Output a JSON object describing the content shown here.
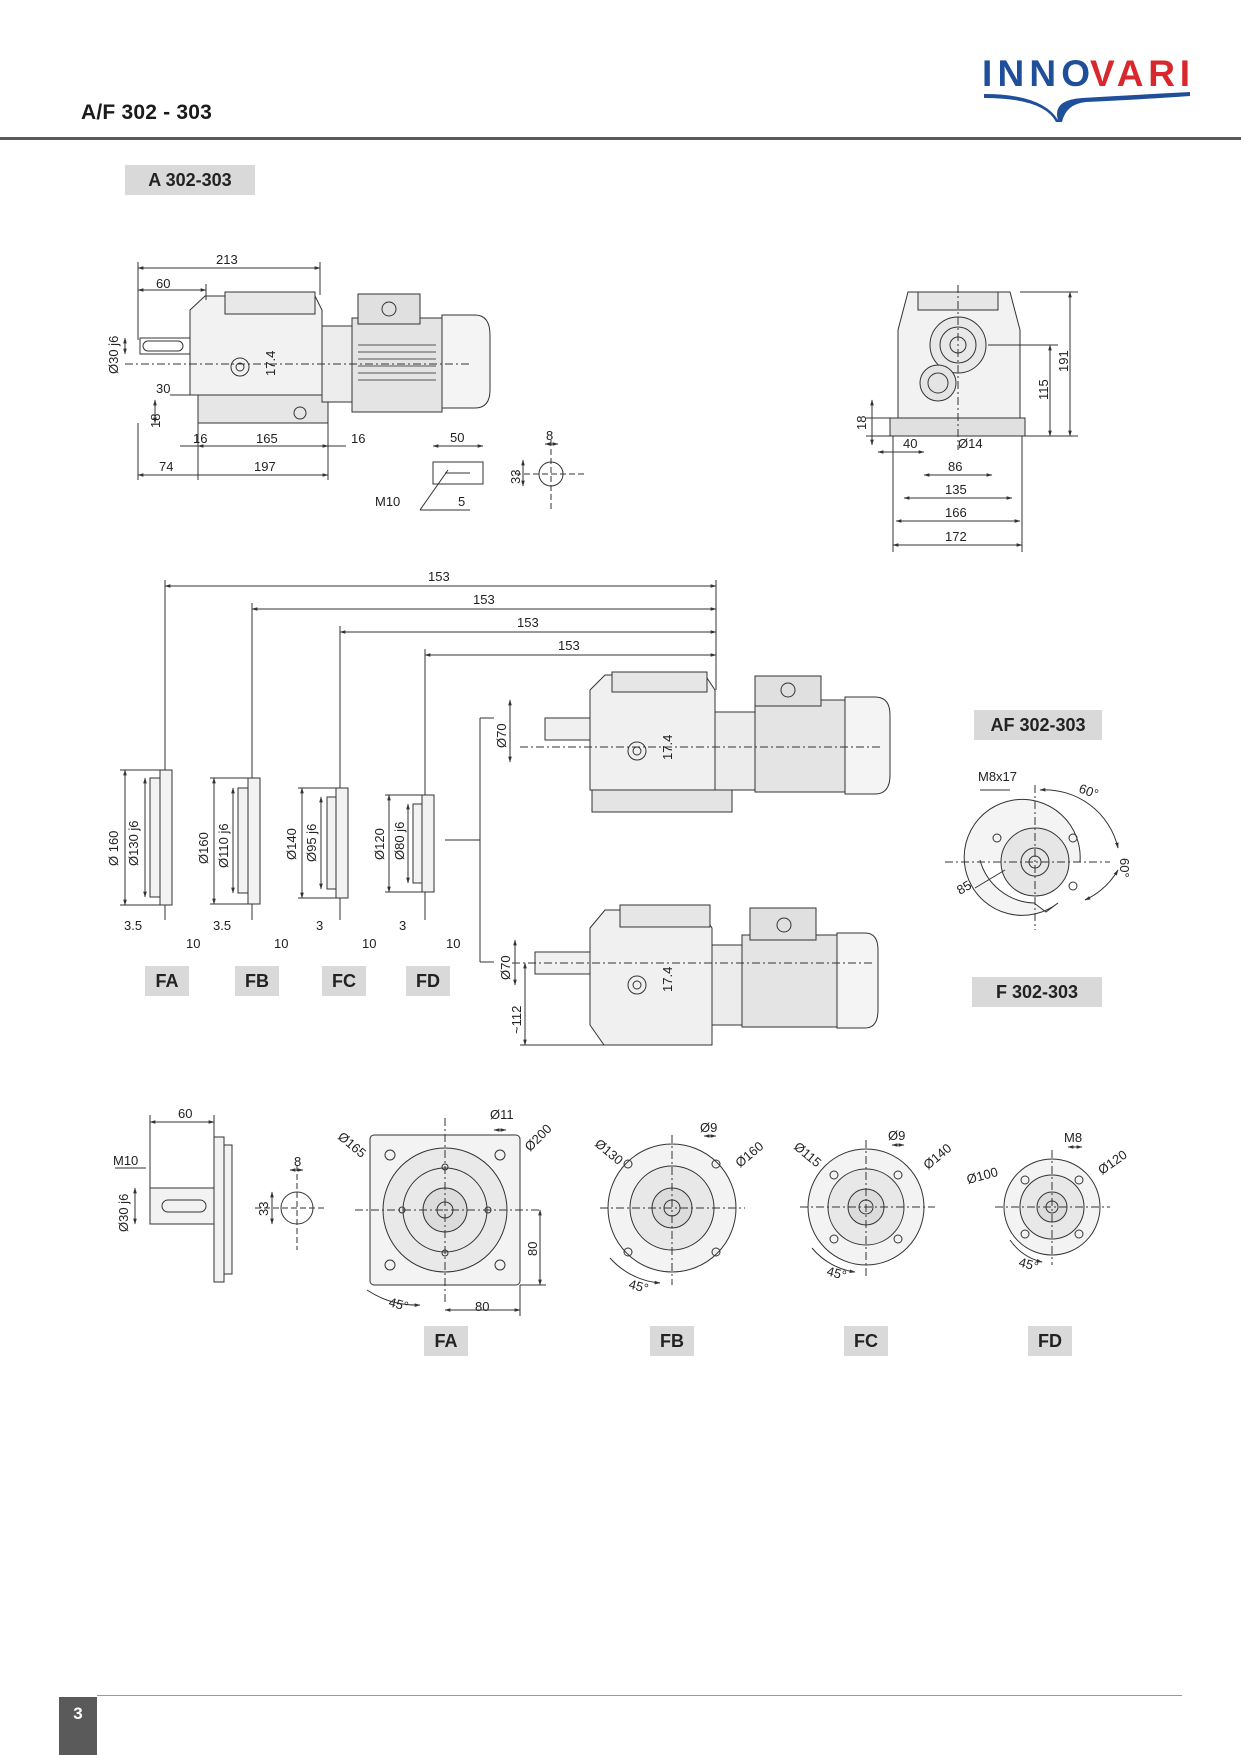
{
  "header": {
    "title": "A/F 302 - 303",
    "logo": "INNOVARI"
  },
  "labels": {
    "a": "A 302-303",
    "af": "AF 302-303",
    "f": "F 302-303",
    "fa": "FA",
    "fb": "FB",
    "fc": "FC",
    "fd": "FD"
  },
  "dims": {
    "a_213": "213",
    "a_60": "60",
    "a_shaft": "Ø30 j6",
    "a_30": "30",
    "a_18": "18",
    "a_17_4": "17.4",
    "a_16a": "16",
    "a_165": "165",
    "a_16b": "16",
    "a_74": "74",
    "a_197": "197",
    "k_50": "50",
    "k_m10": "M10",
    "k_5": "5",
    "k_8": "8",
    "k_33": "33",
    "s_191": "191",
    "s_115": "115",
    "s_18": "18",
    "s_40": "40",
    "s_14": "Ø14",
    "s_86": "86",
    "s_135": "135",
    "s_166": "166",
    "s_172": "172",
    "l_153a": "153",
    "l_153b": "153",
    "l_153c": "153",
    "l_153d": "153",
    "m_70a": "Ø70",
    "m_17a": "17.4",
    "m_70b": "Ø70",
    "m_17b": "17.4",
    "m_112": "~112",
    "fa_d1": "Ø 160",
    "fa_d2": "Ø130 j6",
    "fa_t": "3.5",
    "fa_w": "10",
    "fb_d1": "Ø160",
    "fb_d2": "Ø110 j6",
    "fb_t": "3.5",
    "fb_w": "10",
    "fc_d1": "Ø140",
    "fc_d2": "Ø95 j6",
    "fc_t": "3",
    "fc_w": "10",
    "fd_d1": "Ø120",
    "fd_d2": "Ø80 j6",
    "fd_t": "3",
    "fd_w": "10",
    "af_m8": "M8x17",
    "af_60a": "60°",
    "af_60b": "60°",
    "af_85": "85",
    "b_60": "60",
    "b_m10": "M10",
    "b_shaft": "Ø30 j6",
    "b_8": "8",
    "b_33": "33",
    "fa_165": "Ø165",
    "fa_11": "Ø11",
    "fa_200": "Ø200",
    "fa_80v": "80",
    "fa_80h": "80",
    "fa_45": "45°",
    "fb_130": "Ø130",
    "fb_9": "Ø9",
    "fb_160": "Ø160",
    "fb_45": "45°",
    "fc_115": "Ø115",
    "fc_9": "Ø9",
    "fc_140": "Ø140",
    "fc_45": "45°",
    "fd_100": "Ø100",
    "fd_m8": "M8",
    "fd_120": "Ø120",
    "fd_45": "45°"
  },
  "footer": {
    "page": "3"
  },
  "colors": {
    "logo_blue": "#1f4f9a",
    "logo_red": "#d9272e",
    "tag_gray": "#d9d9d9",
    "bar_gray": "#5a5a5a"
  }
}
